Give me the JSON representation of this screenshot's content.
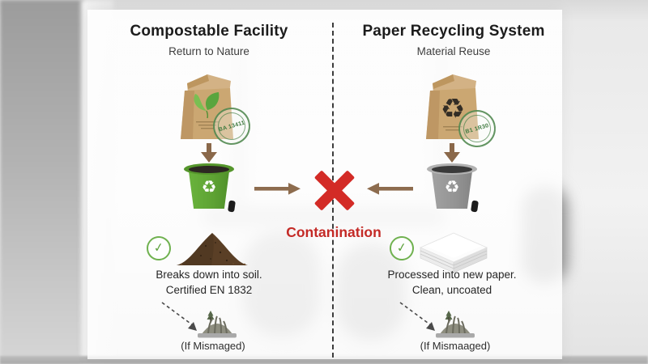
{
  "left": {
    "title": "Compostable Facility",
    "subtitle": "Return to Nature",
    "stamp": "BA 13411",
    "outcome_line1": "Breaks down into soil.",
    "outcome_line2": "Certified EN 1832",
    "mismanaged": "(If Mismaged)"
  },
  "right": {
    "title": "Paper Recycling System",
    "subtitle": "Material Reuse",
    "stamp": "B1 1R30",
    "outcome_line1": "Processed into new paper.",
    "outcome_line2": "Clean, uncoated",
    "mismanaged": "(If Mismaaged)"
  },
  "center": {
    "label": "Contanination"
  },
  "glyphs": {
    "recycle": "♻",
    "check": "✓"
  },
  "colors": {
    "alert_red": "#d32b26",
    "label_red": "#c42a26",
    "arrow_brown": "#8d6c4e",
    "bin_green": "#5ea233",
    "bin_gray": "#939393",
    "check_green": "#6fb14f",
    "bag_kraft": "#cba772",
    "soil_brown": "#5a3f26",
    "stamp_green": "#3f7a3f"
  }
}
